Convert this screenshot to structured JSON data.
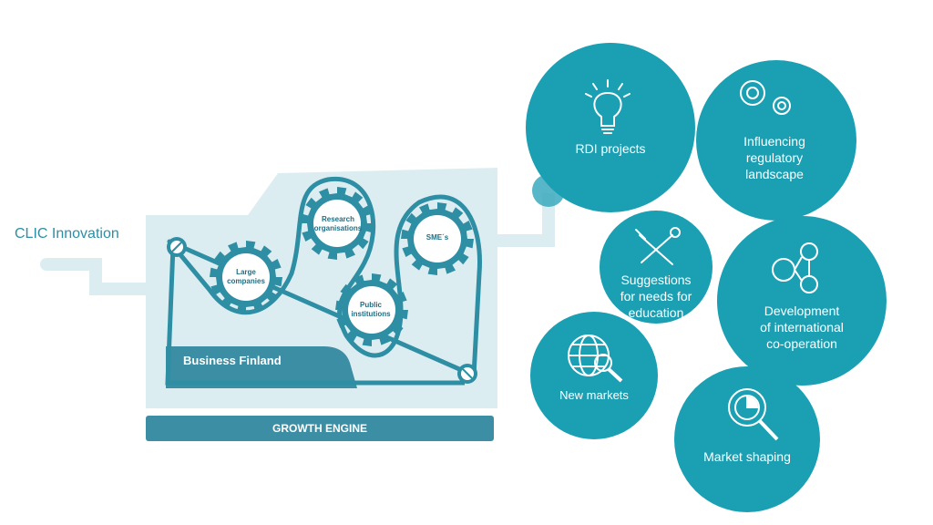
{
  "clic_label": "CLIC Innovation",
  "machine": {
    "business_finland": "Business Finland",
    "growth_engine": "GROWTH ENGINE",
    "gears": {
      "large_companies": "Large\ncompanies",
      "research": "Research\norganisations",
      "smes": "SME´s",
      "public": "Public\ninstitutions"
    }
  },
  "circles": {
    "rdi": "RDI projects",
    "regulatory": "Influencing\nregulatory\nlandscape",
    "education": "Suggestions\nfor needs for\neducation",
    "international": "Development\nof international\nco-operation",
    "new_markets": "New markets",
    "market_shaping": "Market shaping"
  },
  "icons": {
    "rdi": "lightbulb-icon",
    "regulatory": "gears-icon",
    "education": "pencil-wrench-icon",
    "international": "network-people-icon",
    "new_markets": "globe-magnifier-icon",
    "market_shaping": "chart-magnifier-icon"
  },
  "colors": {
    "teal": "#1a9fb3",
    "dark_teal": "#2b8aa0",
    "machine_bg": "#dcedf2",
    "gear": "#2e8ea3"
  }
}
